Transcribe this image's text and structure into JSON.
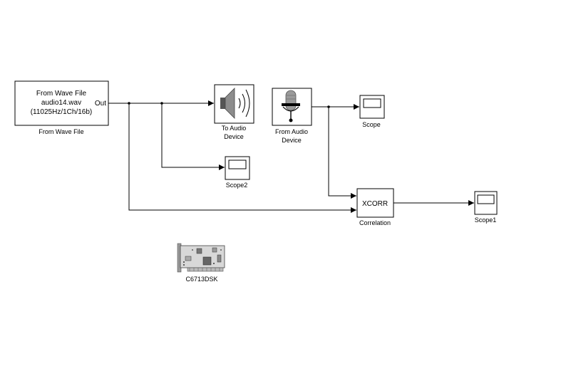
{
  "blocks": {
    "wave": {
      "line1": "From Wave File",
      "line2": "audio14.wav",
      "line3": "(11025Hz/1Ch/16b)",
      "port": "Out",
      "label": "From Wave File"
    },
    "to_audio": {
      "label1": "To Audio",
      "label2": "Device"
    },
    "from_audio": {
      "label1": "From Audio",
      "label2": "Device"
    },
    "scope": {
      "label": "Scope"
    },
    "scope2": {
      "label": "Scope2"
    },
    "xcorr": {
      "text": "XCORR",
      "label": "Correlation"
    },
    "scope1": {
      "label": "Scope1"
    },
    "dsk": {
      "label": "C6713DSK"
    }
  },
  "colors": {
    "line": "#000000",
    "block_border": "#000000",
    "board": "#d8d8d8"
  }
}
